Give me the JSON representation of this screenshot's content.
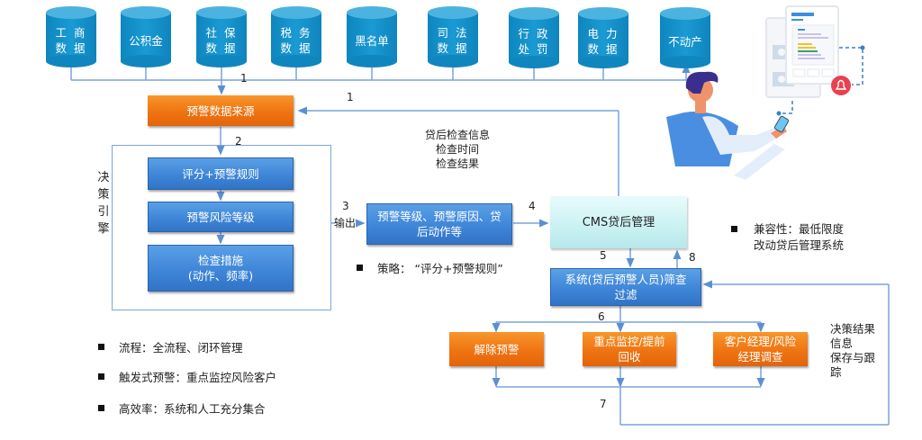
{
  "data_sources": [
    {
      "label": "工 商\n数 据"
    },
    {
      "label": "公积金"
    },
    {
      "label": "社 保\n数 据"
    },
    {
      "label": "税 务\n数 据"
    },
    {
      "label": "黑名单"
    },
    {
      "label": "司 法\n数 据"
    },
    {
      "label": "行 政\n处 罚"
    },
    {
      "label": "电 力\n数 据"
    },
    {
      "label": "不动产"
    }
  ],
  "warning_source": {
    "label": "预警数据来源"
  },
  "decision_engine": {
    "title": "决\n策\n引\n擎",
    "steps": [
      {
        "label": "评分+预警规则"
      },
      {
        "label": "预警风险等级"
      },
      {
        "label": "检查措施\n(动作、频率)"
      }
    ]
  },
  "output_box": {
    "label": "预警等级、预警原因、贷\n后动作等"
  },
  "output_label": "输出",
  "post_loan_info": "贷后检查信息\n检查时间\n检查结果",
  "cms": {
    "label": "CMS贷后管理"
  },
  "screening": {
    "label": "系统(贷后预警人员)筛查\n过滤"
  },
  "actions": [
    {
      "label": "解除预警"
    },
    {
      "label": "重点监控/提前\n回收"
    },
    {
      "label": "客户经理/风险\n经理调查"
    }
  ],
  "decision_result_note": "决策结果\n信息\n保存与跟\n踪",
  "step_numbers": {
    "n1_top": "1",
    "n1_return": "1",
    "n2": "2",
    "n3": "3",
    "n4": "4",
    "n5": "5",
    "n6": "6",
    "n7": "7",
    "n8": "8"
  },
  "bullets": {
    "strategy": "策略：  “评分+预警规则”",
    "compatibility": "兼容性：最低限度\n改动贷后管理系统",
    "left": [
      "流程：全流程、闭环管理",
      "触发式预警：重点监控风险客户",
      "高效率：系统和人工充分集合"
    ]
  },
  "colors": {
    "cylinder": "#1a9ad3",
    "orange": "#ef7412",
    "blue": "#3f86d8",
    "cyan": "#c9f1f2",
    "line": "#6f9bd6",
    "bell": "#e8414f"
  }
}
